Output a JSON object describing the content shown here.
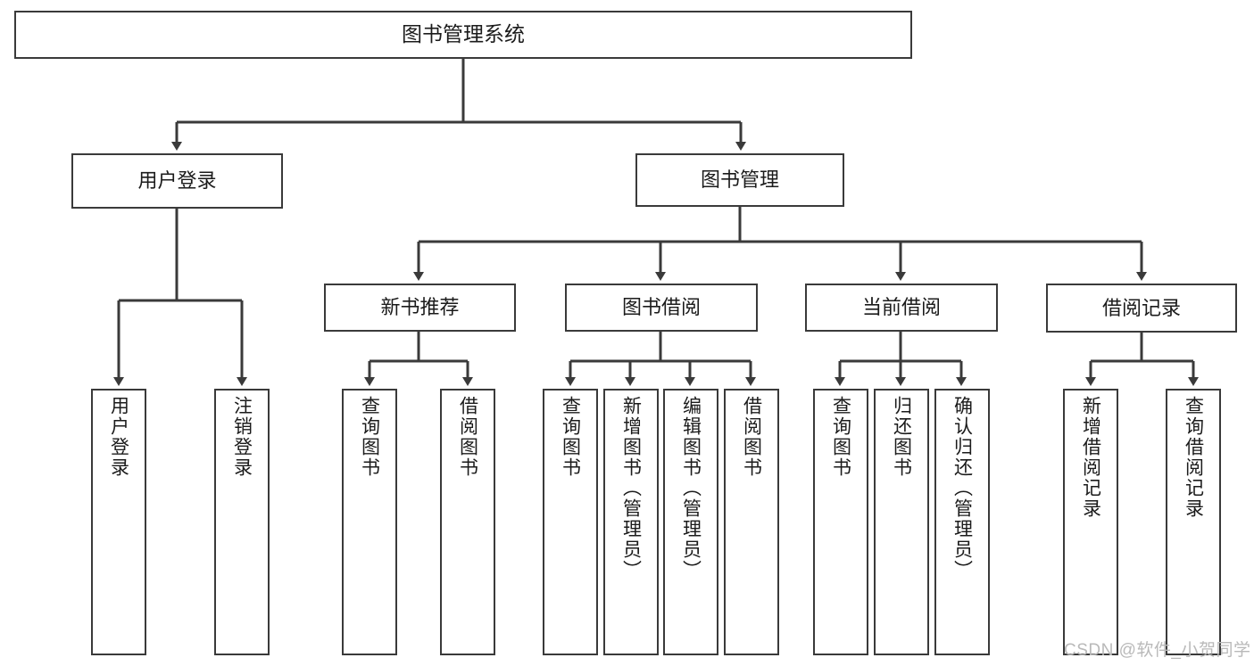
{
  "diagram": {
    "type": "tree-hierarchy",
    "title": "图书管理系统",
    "root": {
      "label": "图书管理系统"
    },
    "level1": [
      {
        "label": "用户登录"
      },
      {
        "label": "图书管理"
      }
    ],
    "level2": [
      {
        "label": "新书推荐"
      },
      {
        "label": "图书借阅"
      },
      {
        "label": "当前借阅"
      },
      {
        "label": "借阅记录"
      }
    ],
    "leaves": {
      "user_login": [
        {
          "label": "用户登录"
        },
        {
          "label": "注销登录"
        }
      ],
      "new_book_recommend": [
        {
          "label": "查询图书"
        },
        {
          "label": "借阅图书"
        }
      ],
      "book_borrow": [
        {
          "label": "查询图书"
        },
        {
          "label": "新增图书（管理员）"
        },
        {
          "label": "编辑图书（管理员）"
        },
        {
          "label": "借阅图书"
        }
      ],
      "current_borrow": [
        {
          "label": "查询图书"
        },
        {
          "label": "归还图书"
        },
        {
          "label": "确认归还（管理员）"
        }
      ],
      "borrow_records": [
        {
          "label": "新增借阅记录"
        },
        {
          "label": "查询借阅记录"
        }
      ]
    }
  },
  "watermark": {
    "text": "CSDN @软件_小贺同学"
  },
  "colors": {
    "stroke": "#3a3a3a",
    "text": "#1b1b1b",
    "background": "#ffffff",
    "watermark": "#b9b9b9"
  }
}
